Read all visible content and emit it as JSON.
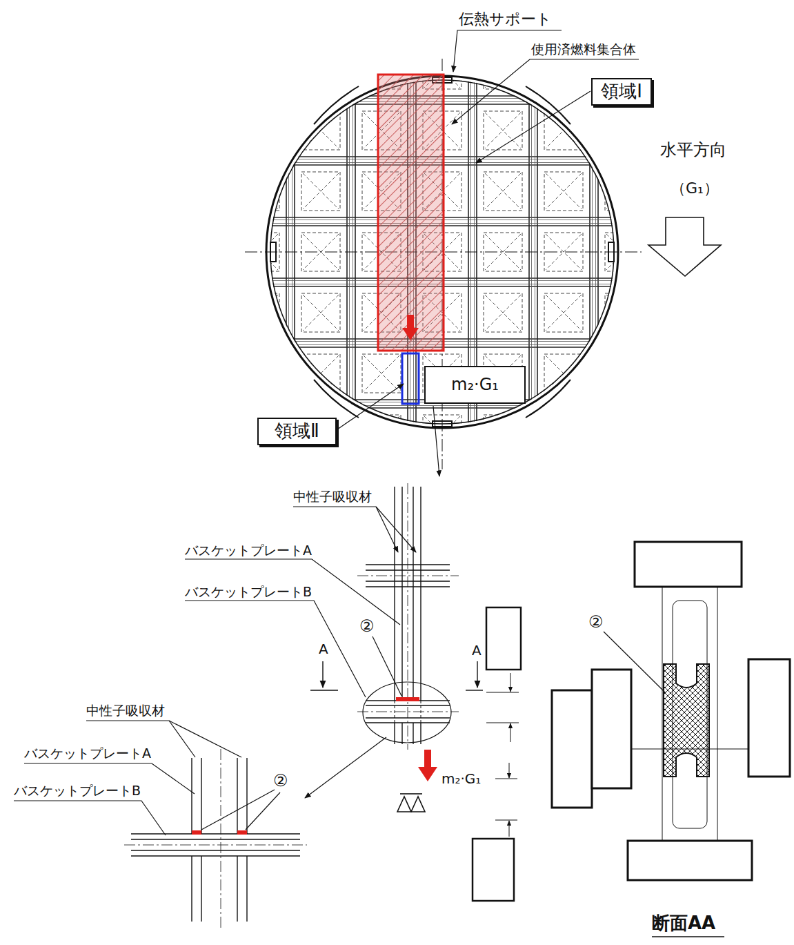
{
  "diagram": {
    "nodes": [
      {
        "text": [
          "領域Ⅰ"
        ]
      },
      {
        "text": [
          "m₂·G₁"
        ]
      },
      {
        "text": [
          "領域Ⅱ"
        ]
      }
    ],
    "labels": [
      "伝熱サポート",
      "使用済燃料集合体",
      "水平方向",
      "（G₁）",
      "中性子吸収材",
      "バスケットプレートA",
      "バスケットプレートB",
      "②",
      "A",
      "A",
      "m₂·G₁",
      "中性子吸収材",
      "バスケットプレートA",
      "バスケットプレートB",
      "②",
      "②",
      "断面AA"
    ]
  }
}
